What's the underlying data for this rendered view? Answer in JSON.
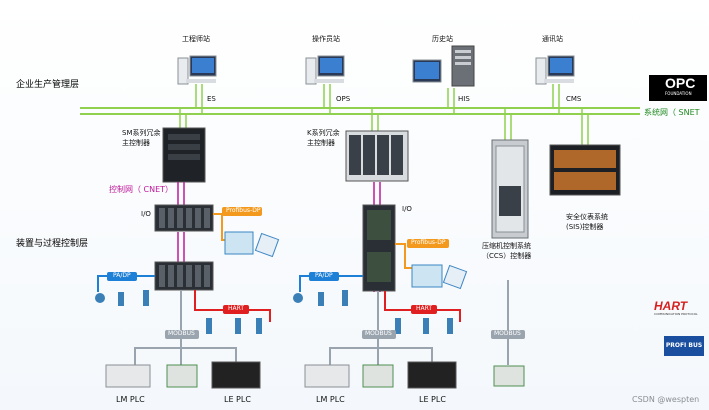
{
  "layers": {
    "enterprise": "企业生产管理层",
    "process": "装置与过程控制层"
  },
  "stations": {
    "es": {
      "top": "工程师站",
      "bottom": "ES"
    },
    "ops": {
      "top": "操作员站",
      "bottom": "OPS"
    },
    "his": {
      "top": "历史站",
      "bottom": "HIS"
    },
    "cms": {
      "top": "通讯站",
      "bottom": "CMS"
    }
  },
  "networks": {
    "snet": "系统网（ SNET",
    "cnet": "控制网（ CNET）"
  },
  "controllers": {
    "sm": {
      "line1": "SM系列冗余",
      "line2": "主控制器"
    },
    "k": {
      "line1": "K系列冗余",
      "line2": "主控制器"
    }
  },
  "io_labels": {
    "left": "I/O",
    "right": "I/O"
  },
  "bus_labels": {
    "profibus_dp_1": "Profibus-DP",
    "profibus_dp_2": "Profibus-DP",
    "pa_dp_1": "PA/DP",
    "pa_dp_2": "PA/DP",
    "hart_1": "HART",
    "hart_2": "HART",
    "modbus_1": "MODBUS",
    "modbus_2": "MODBUS",
    "modbus_3": "MODBUS"
  },
  "systems": {
    "ccs": {
      "line1": "压缩机控制系统",
      "line2": "（CCS）控制器"
    },
    "sis": {
      "line1": "安全仪表系统",
      "line2": "(SIS)控制器"
    }
  },
  "plc": {
    "lm1": "LM PLC",
    "le1": "LE PLC",
    "lm2": "LM PLC",
    "le2": "LE PLC"
  },
  "logos": {
    "opc": "OPC",
    "opc_sub": "FOUNDATION",
    "hart": "HART",
    "hart_sub": "COMMUNICATION PROTOCOL",
    "profibus": "PROFI BUS"
  },
  "watermark": "CSDN @wespten",
  "colors": {
    "snet_line": "#8fd14f",
    "cnet_line": "#c01a9a",
    "profibus": "#f39a1e",
    "pa_dp": "#1e7fd6",
    "hart": "#e02020",
    "modbus": "#9aa4ae"
  }
}
